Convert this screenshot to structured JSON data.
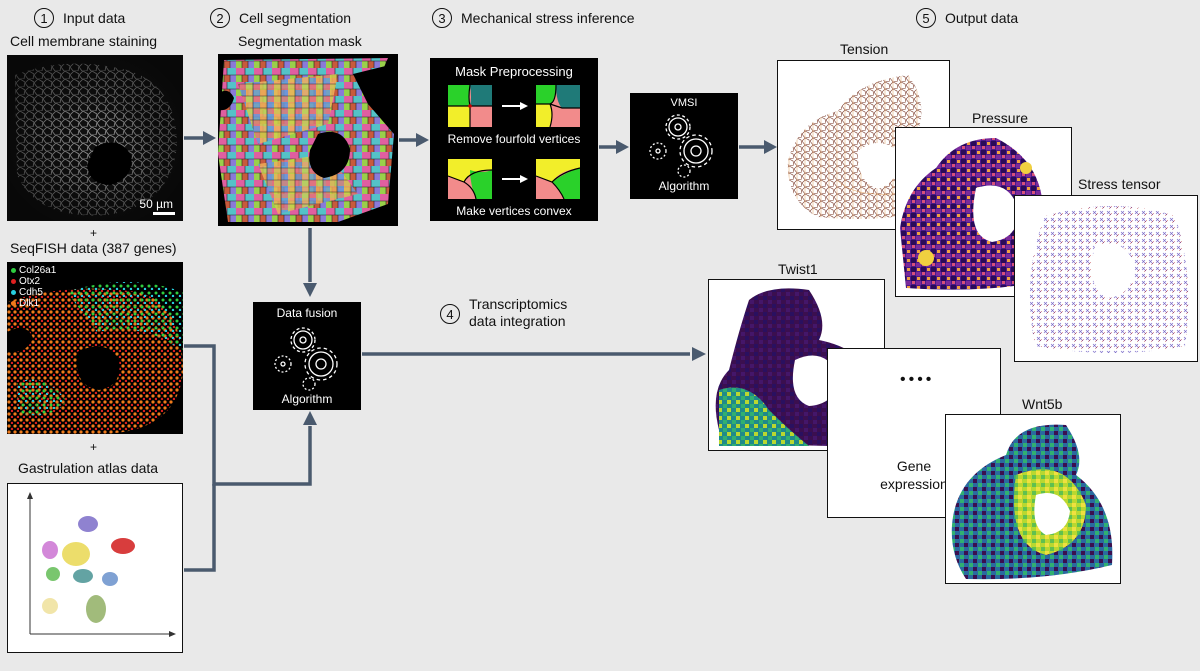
{
  "steps": {
    "s1": {
      "num": "1",
      "label": "Input data"
    },
    "s2": {
      "num": "2",
      "label": "Cell segmentation"
    },
    "s3": {
      "num": "3",
      "label": "Mechanical stress inference"
    },
    "s4": {
      "num": "4",
      "label_line1": "Transcriptomics",
      "label_line2": "data integration"
    },
    "s5": {
      "num": "5",
      "label": "Output data"
    }
  },
  "input": {
    "membrane_title": "Cell membrane staining",
    "scale_bar": "50 µm",
    "plus": "+",
    "seqfish_title": "SeqFISH data (387 genes)",
    "legend": [
      {
        "name": "Col26a1",
        "color": "#2ecc40"
      },
      {
        "name": "Otx2",
        "color": "#e02020"
      },
      {
        "name": "Cdh5",
        "color": "#28d0e0"
      },
      {
        "name": "Dlk1",
        "color": "#f07a1a"
      }
    ],
    "atlas_title": "Gastrulation atlas data"
  },
  "segmentation": {
    "title": "Segmentation mask"
  },
  "preprocessing": {
    "title": "Mask Preprocessing",
    "step1": "Remove fourfold vertices",
    "step2": "Make vertices convex"
  },
  "vmsi": {
    "title": "VMSI",
    "caption": "Algorithm"
  },
  "fusion": {
    "title": "Data fusion",
    "caption": "Algorithm"
  },
  "outputs": {
    "tension": "Tension",
    "pressure": "Pressure",
    "stress": "Stress tensor",
    "twist": "Twist1",
    "dots": "••••",
    "gene_line1": "Gene",
    "gene_line2": "expression",
    "wnt": "Wnt5b"
  },
  "colors": {
    "arrow": "#4a5a6e",
    "background": "#e9e9e9",
    "viridis_dark": "#3b0f4f",
    "magma_yellow": "#f5d142"
  }
}
